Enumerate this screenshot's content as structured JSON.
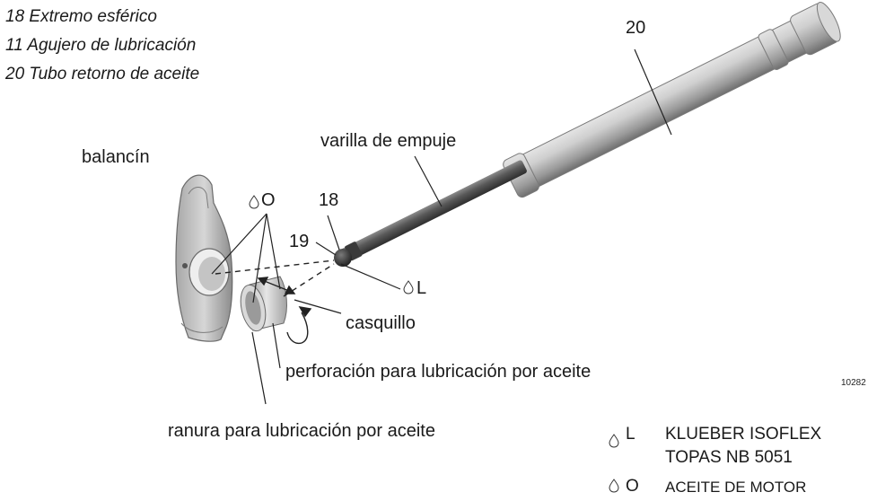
{
  "legend": {
    "line1": "18 Extremo esférico",
    "line2": "11 Agujero de lubricación",
    "line3": "20 Tubo retorno de aceite"
  },
  "labels": {
    "num_20": "20",
    "num_18": "18",
    "num_19": "19",
    "balancin": "balancín",
    "varilla": "varilla de empuje",
    "casquillo": "casquillo",
    "perforacion": "perforación para lubricación por aceite",
    "ranura": "ranura para lubricación por aceite",
    "marker_o": "O",
    "marker_l": "L",
    "figure_code": "10282"
  },
  "key": {
    "l_letter": "L",
    "l_line1": "KLUEBER ISOFLEX",
    "l_line2": "TOPAS NB 5051",
    "o_letter": "O",
    "o_text": "ACEITE DE MOTOR"
  },
  "icons": {
    "lubricant": "oil-drop-icon"
  }
}
